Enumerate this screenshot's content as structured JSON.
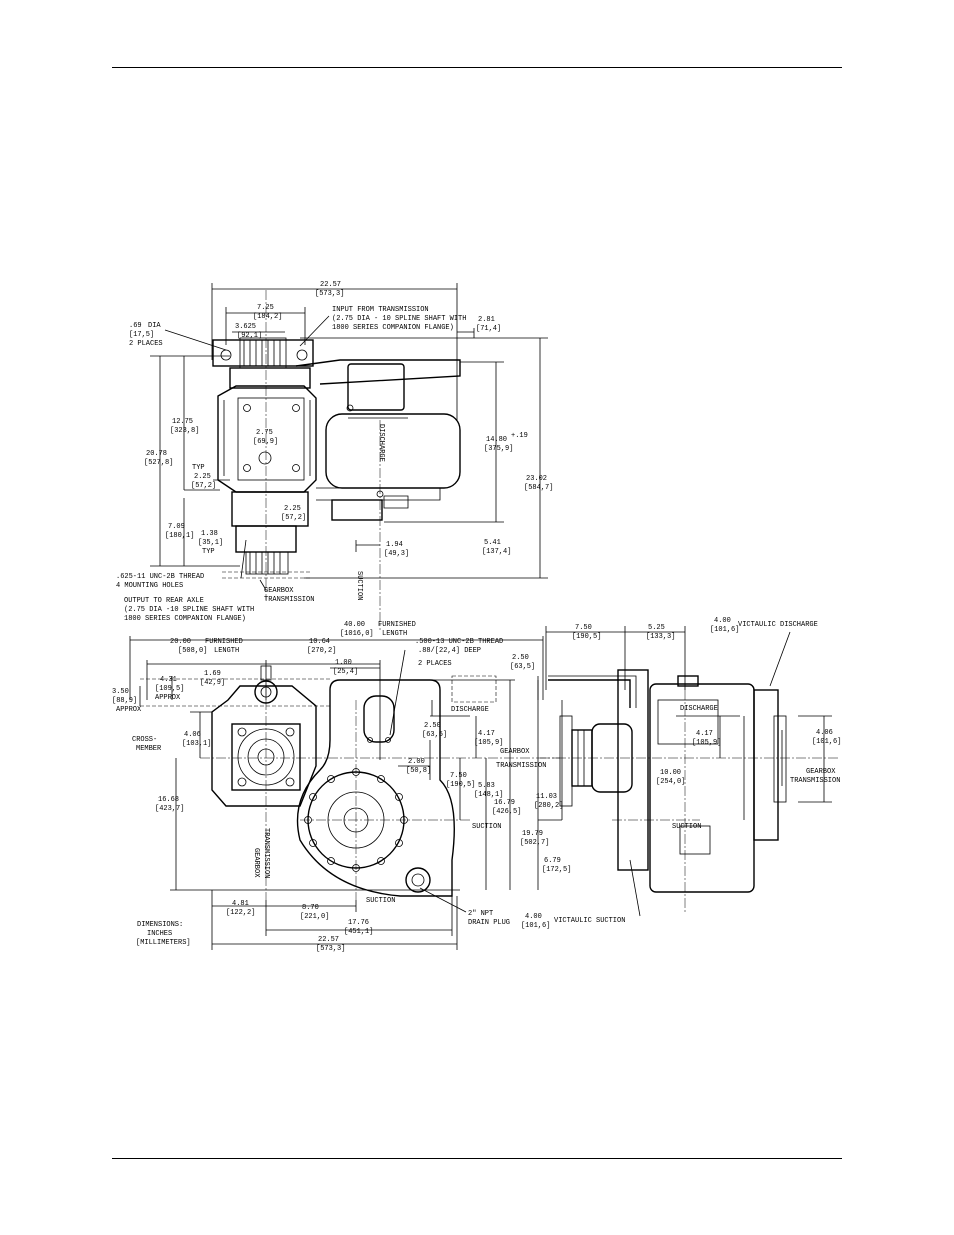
{
  "labels": {
    "overall_width_top": "22.57",
    "overall_width_top_mm": "[573,3]",
    "flange_width": "7.25",
    "flange_width_mm": "[184,2]",
    "bolt_circle": "3.625",
    "bolt_circle_mm": "[92,1]",
    "input_note_1": "INPUT FROM TRANSMISSION",
    "input_note_2": "(2.75 DIA - 10 SPLINE SHAFT WITH",
    "input_note_3": "1800 SERIES COMPANION FLANGE)",
    "offset_281": "2.81",
    "offset_281_mm": "[71,4]",
    "hole_dia": ".69",
    "hole_dia_unit": "DIA",
    "hole_dia_mm": "[17,5]",
    "hole_places": "2 PLACES",
    "height_1275": "12.75",
    "height_1275_mm": "[323,8]",
    "height_2078": "20.78",
    "height_2078_mm": "[527,8]",
    "typ_label": "TYP",
    "dim_225": "2.25",
    "dim_225_mm": "[57,2]",
    "dim_275": "2.75",
    "dim_275_mm": "[69,9]",
    "dim_709": "7.09",
    "dim_709_mm": "[180,1]",
    "dim_138": "1.38",
    "dim_138_mm": "[35,1]",
    "typ_label2": "TYP",
    "dim_225b": "2.25",
    "dim_225b_mm": "[57,2]",
    "discharge_v": "DISCHARGE",
    "dim_1480": "14.80",
    "dim_1480_tol": "+.19",
    "dim_1480_mm": "[375,9]",
    "dim_2302": "23.02",
    "dim_2302_mm": "[584,7]",
    "dim_541": "5.41",
    "dim_541_mm": "[137,4]",
    "dim_194": "1.94",
    "dim_194_mm": "[49,3]",
    "thread_note_1": ".625-11 UNC-2B THREAD",
    "thread_note_2": "4 MOUNTING HOLES",
    "gearbox_label": "GEARBOX",
    "transmission_label": "TRANSMISSION",
    "suction_v": "SUCTION",
    "output_note_1": "OUTPUT TO REAR AXLE",
    "output_note_2": "(2.75 DIA -10 SPLINE SHAFT WITH",
    "output_note_3": "1800 SERIES COMPANION FLANGE)",
    "dim_4000": "40.00",
    "dim_4000_mm": "[1016,0]",
    "furnished": "FURNISHED",
    "length": "LENGTH",
    "dim_2000": "20.00",
    "dim_2000_mm": "[508,0]",
    "furnished2": "FURNISHED",
    "length2": "LENGTH",
    "dim_1064": "10.64",
    "dim_1064_mm": "[270,2]",
    "dim_100": "1.00",
    "dim_100_mm": "[25,4]",
    "thread_note_3": ".500-13 UNC-2B THREAD",
    "thread_note_4": ".88/[22,4] DEEP",
    "thread_note_5": "2 PLACES",
    "dim_250": "2.50",
    "dim_250_mm": "[63,5]",
    "dim_750_top": "7.50",
    "dim_750_top_mm": "[190,5]",
    "dim_525": "5.25",
    "dim_525_mm": "[133,3]",
    "dim_400_top": "4.00",
    "dim_400_top_mm": "[101,6]",
    "victaulic_discharge": "VICTAULIC DISCHARGE",
    "dim_169": "1.69",
    "dim_169_mm": "[42,9]",
    "dim_431": "4.31",
    "dim_431_mm": "[109,5]",
    "dim_350": "3.50",
    "dim_350_mm": "[88,9]",
    "approx": "APPROX",
    "approx2": "APPROX",
    "cross_member_1": "CROSS-",
    "cross_member_2": "MEMBER",
    "discharge_h": "DISCHARGE",
    "dim_250b": "2.50",
    "dim_250b_mm": "[63,5]",
    "dim_417": "4.17",
    "dim_417_mm": "[105,9]",
    "gearbox_h": "GEARBOX",
    "transmission_h": "TRANSMISSION",
    "dim_406": "4.06",
    "dim_406_mm": "[103,1]",
    "dim_200": "2.00",
    "dim_200_mm": "[50,8]",
    "dim_750": "7.50",
    "dim_750_mm": "[190,5]",
    "dim_583": "5.83",
    "dim_583_mm": "[148,1]",
    "dim_1679": "16.79",
    "dim_1679_mm": "[426,5]",
    "suction_h": "SUCTION",
    "dim_1103": "11.03",
    "dim_1103_mm": "[280,2]",
    "dim_1979": "19.79",
    "dim_1979_mm": "[502,7]",
    "dim_679": "6.79",
    "dim_679_mm": "[172,5]",
    "dim_1668": "16.68",
    "dim_1668_mm": "[423,7]",
    "gearbox_v2": "GEARBOX",
    "transmission_v2": "TRANSMISSION",
    "suction_h2": "SUCTION",
    "dim_481": "4.81",
    "dim_481_mm": "[122,2]",
    "dim_870": "8.70",
    "dim_870_mm": "[221,0]",
    "dim_1776": "17.76",
    "dim_1776_mm": "[451,1]",
    "dim_2257": "22.57",
    "dim_2257_mm": "[573,3]",
    "npt_1": "2\" NPT",
    "npt_2": "DRAIN PLUG",
    "dim_400_bot": "4.00",
    "dim_400_bot_mm": "[101,6]",
    "victaulic_suction": "VICTAULIC SUCTION",
    "dims_1": "DIMENSIONS:",
    "dims_2": "INCHES",
    "dims_3": "[MILLIMETERS]",
    "discharge_r": "DISCHARGE",
    "dim_417r": "4.17",
    "dim_417r_mm": "[105,9]",
    "dim_1000": "10.00",
    "dim_1000_mm": "[254,0]",
    "suction_r": "SUCTION",
    "dim_406r": "4.06",
    "dim_406r_mm": "[101,6]",
    "gearbox_r": "GEARBOX",
    "transmission_r": "TRANSMISSION"
  }
}
